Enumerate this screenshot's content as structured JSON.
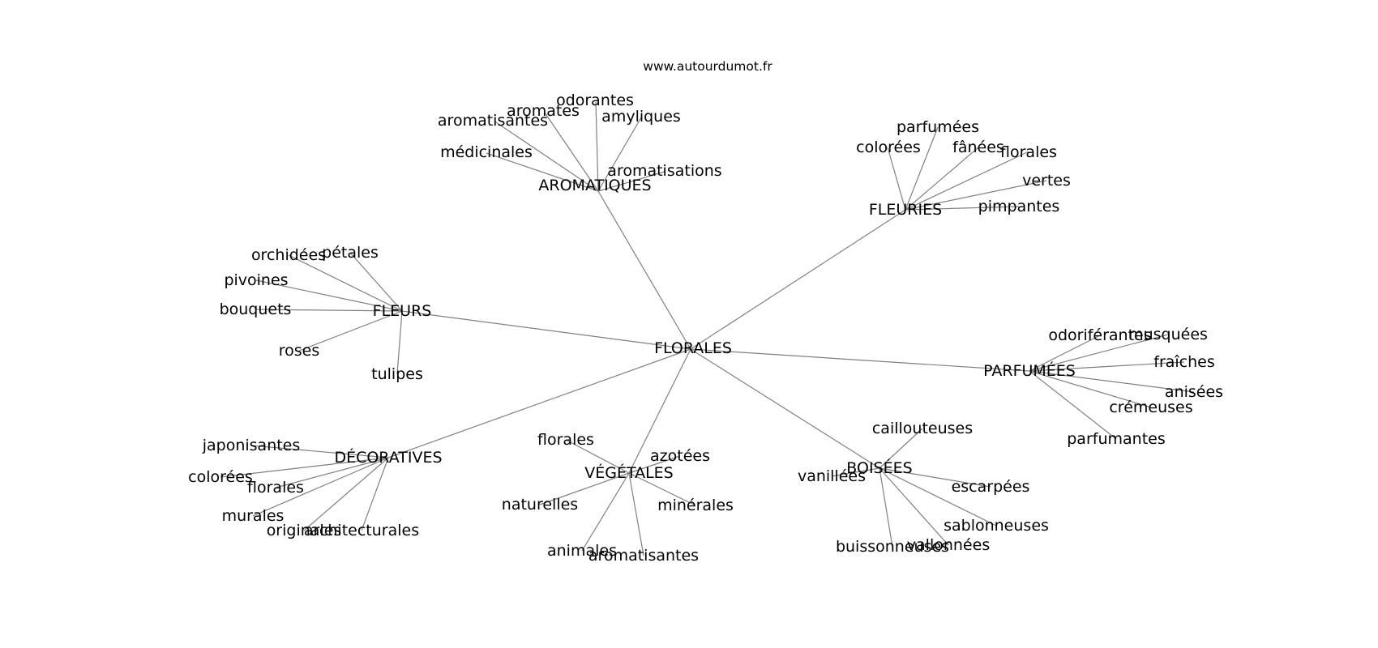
{
  "header": {
    "source": "www.autourdumot.fr"
  },
  "graph": {
    "root": "FLORALES",
    "groups": [
      {
        "label": "AROMATIQUES",
        "children": [
          "aromatisantes",
          "aromates",
          "odorantes",
          "amyliques",
          "médicinales",
          "aromatisations"
        ]
      },
      {
        "label": "FLEURIES",
        "children": [
          "parfumées",
          "colorées",
          "fânées",
          "florales",
          "vertes",
          "pimpantes"
        ]
      },
      {
        "label": "FLEURS",
        "children": [
          "orchidées",
          "pétales",
          "pivoines",
          "bouquets",
          "roses",
          "tulipes"
        ]
      },
      {
        "label": "PARFUMÉES",
        "children": [
          "odoriférantes",
          "musquées",
          "fraîches",
          "anisées",
          "crémeuses",
          "parfumantes"
        ]
      },
      {
        "label": "DÉCORATIVES",
        "children": [
          "japonisantes",
          "colorées",
          "florales",
          "murales",
          "originales",
          "architecturales"
        ]
      },
      {
        "label": "VÉGÉTALES",
        "children": [
          "florales",
          "azotées",
          "naturelles",
          "minérales",
          "animales",
          "aromatisantes"
        ]
      },
      {
        "label": "BOISÉES",
        "children": [
          "caillouteuses",
          "vanillées",
          "escarpées",
          "sablonneuses",
          "buissonneuses",
          "vallonnées"
        ]
      }
    ]
  }
}
